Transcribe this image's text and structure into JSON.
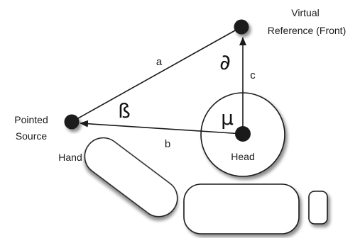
{
  "labels": {
    "virtual_reference_line1": "Virtual",
    "virtual_reference_line2": "Reference (Front)",
    "pointed_source_line1": "Pointed",
    "pointed_source_line2": "Source",
    "hand": "Hand",
    "head": "Head",
    "side_a": "a",
    "side_b": "b",
    "side_c": "c"
  },
  "angles": {
    "at_reference": "∂",
    "at_source": "ß",
    "at_head": "μ"
  },
  "colors": {
    "stroke": "#1a1a1a",
    "point_fill": "#1a1a1a",
    "shape_fill": "#ffffff",
    "shadow": "#bdbdbd"
  }
}
